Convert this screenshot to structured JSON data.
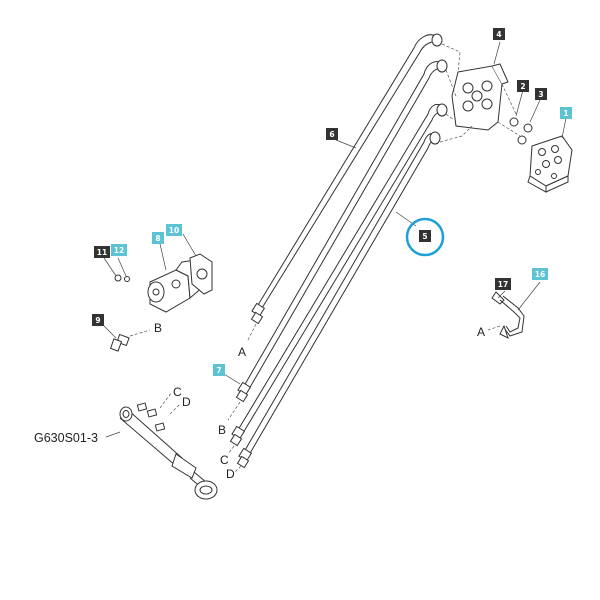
{
  "drawing_id": "G630S01-3",
  "colors": {
    "callout_dark": "#333333",
    "callout_teal": "#5bc3d3",
    "highlight_ring": "#1e9fd6",
    "line": "#333333"
  },
  "callouts": [
    {
      "label": "1",
      "style": "teal"
    },
    {
      "label": "2",
      "style": "dark"
    },
    {
      "label": "3",
      "style": "dark"
    },
    {
      "label": "4",
      "style": "dark"
    },
    {
      "label": "5",
      "style": "dark",
      "highlighted": true
    },
    {
      "label": "6",
      "style": "dark"
    },
    {
      "label": "7",
      "style": "teal"
    },
    {
      "label": "8",
      "style": "teal"
    },
    {
      "label": "9",
      "style": "dark"
    },
    {
      "label": "10",
      "style": "teal"
    },
    {
      "label": "11",
      "style": "dark"
    },
    {
      "label": "12",
      "style": "teal"
    },
    {
      "label": "16",
      "style": "teal"
    },
    {
      "label": "17",
      "style": "dark"
    }
  ],
  "ref_letters": {
    "a_hose": "A",
    "b_hose": "B",
    "c_hose": "C",
    "d_hose": "D",
    "b_fitting": "B",
    "a_pipe": "A",
    "c_cyl": "C",
    "d_cyl": "D"
  }
}
